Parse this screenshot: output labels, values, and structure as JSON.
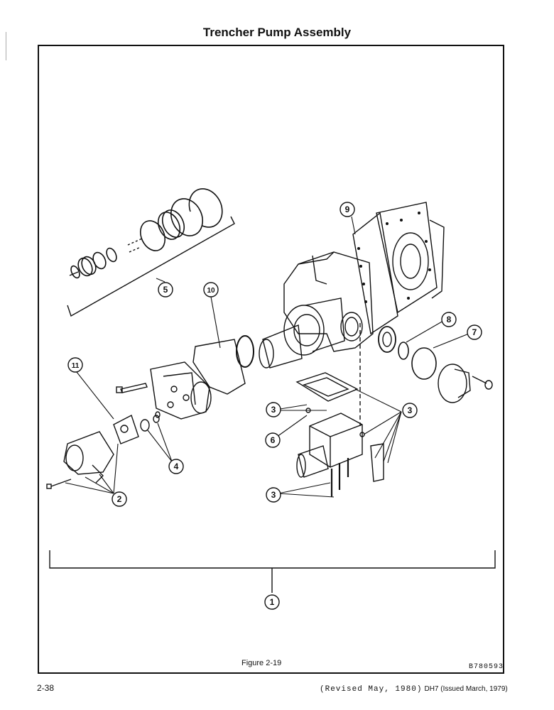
{
  "title": "Trencher Pump Assembly",
  "figure_caption": "Figure 2-19",
  "drawing_code": "B780593",
  "page_number": "2-38",
  "footer": {
    "revision": "(Revised May, 1980)",
    "issue": "DH7 (Issued March, 1979)"
  },
  "callouts": [
    "1",
    "2",
    "3",
    "4",
    "5",
    "6",
    "7",
    "8",
    "9",
    "10",
    "11"
  ]
}
